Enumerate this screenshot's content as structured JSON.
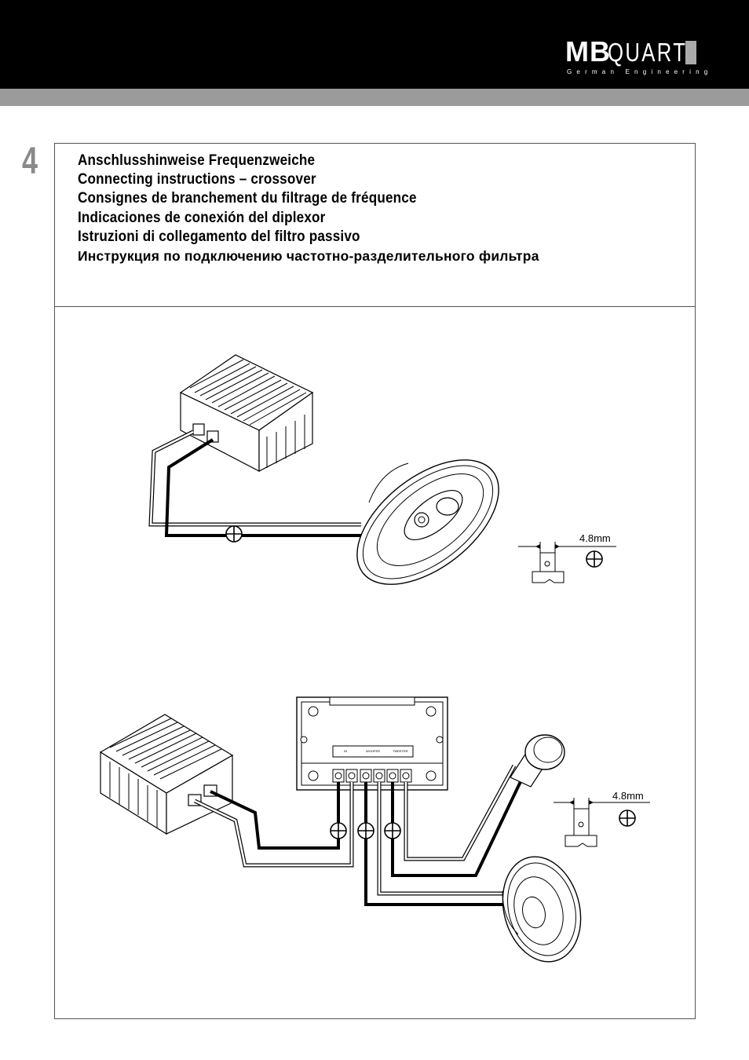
{
  "header": {
    "logo_mb": "MB",
    "logo_quart": "QUART",
    "logo_tagline": "German Engineering"
  },
  "section": {
    "number": "4",
    "titles": [
      "Anschlusshinweise Frequenzweiche",
      "Connecting instructions – crossover",
      "Consignes de branchement du filtrage de fréquence",
      "Indicaciones de conexión del diplexor",
      "Istruzioni di collegamento del filtro passivo",
      "Инструкция по подключению частотно-разделительного фильтра"
    ]
  },
  "diagram": {
    "terminal_size_top": "4.8mm",
    "terminal_size_bottom": "4.8mm",
    "crossover_labels": [
      "IN",
      "WOOFER",
      "TWEETER"
    ]
  }
}
